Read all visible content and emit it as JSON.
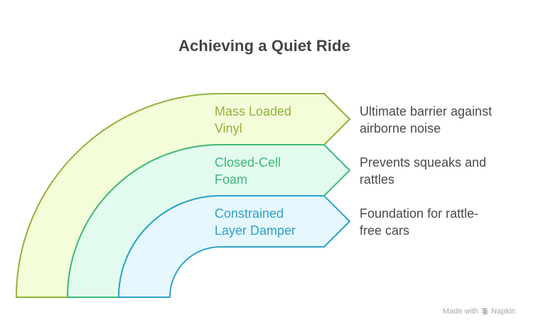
{
  "title": "Achieving a Quiet Ride",
  "layers": [
    {
      "label_line1": "Mass Loaded",
      "label_line2": "Vinyl",
      "description_line1": "Ultimate barrier against",
      "description_line2": "airborne noise",
      "stroke": "#8fb23a",
      "fill": "#f4fdd9",
      "text_color": "#8db53c"
    },
    {
      "label_line1": "Closed-Cell",
      "label_line2": "Foam",
      "description_line1": "Prevents squeaks and",
      "description_line2": "rattles",
      "stroke": "#3fba7c",
      "fill": "#e2fbee",
      "text_color": "#3cb878"
    },
    {
      "label_line1": "Constrained",
      "label_line2": "Layer Damper",
      "description_line1": "Foundation for rattle-",
      "description_line2": "free cars",
      "stroke": "#2ea3c9",
      "fill": "#e6f8fd",
      "text_color": "#2ea0c8"
    }
  ],
  "footer": {
    "made_with": "Made with",
    "brand": "Napkin"
  }
}
